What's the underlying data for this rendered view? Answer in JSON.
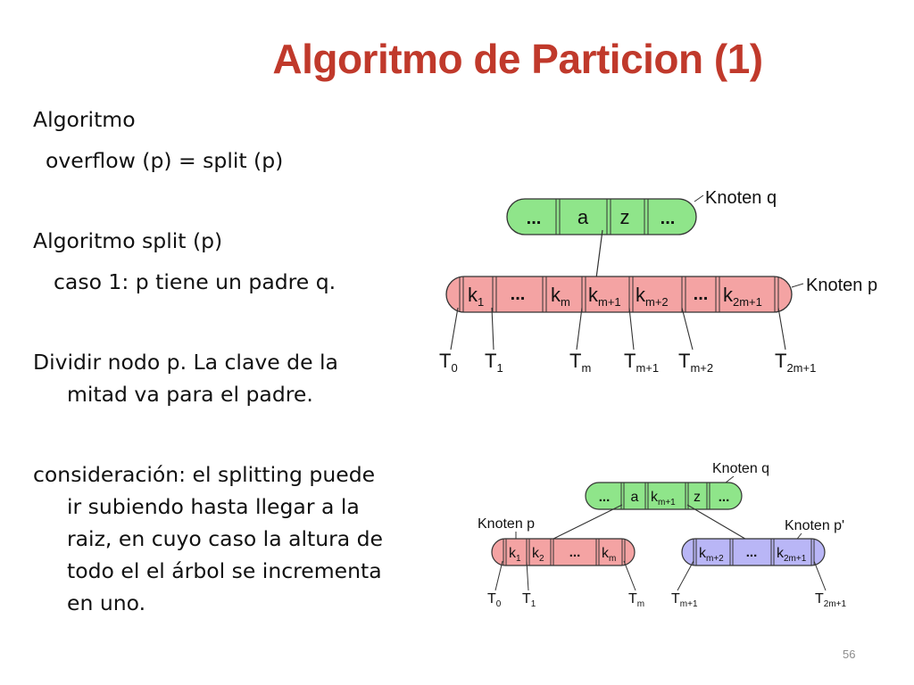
{
  "title": "Algoritmo de Particion (1)",
  "body": {
    "line1": "Algoritmo",
    "line2": "overflow (p) = split (p)",
    "line3": "Algoritmo split (p)",
    "line4": "caso 1: p tiene un padre q.",
    "para1_line1": "Dividir nodo p. La clave de la",
    "para1_line2": "mitad va para el padre.",
    "para2_line1": "consideración: el splitting puede",
    "para2_line2": "ir subiendo hasta llegar a la",
    "para2_line3": "raiz, en cuyo caso la altura de",
    "para2_line4": "todo el el árbol se incrementa",
    "para2_line5": "en uno."
  },
  "diagram_top": {
    "node_q_label": "Knoten q",
    "node_p_label": "Knoten p",
    "q_cells": [
      "...",
      "a",
      "z",
      "..."
    ],
    "p_cells": [
      {
        "base": "k",
        "sub": "1"
      },
      {
        "base": "...",
        "sub": ""
      },
      {
        "base": "k",
        "sub": "m"
      },
      {
        "base": "k",
        "sub": "m+1"
      },
      {
        "base": "k",
        "sub": "m+2"
      },
      {
        "base": "...",
        "sub": ""
      },
      {
        "base": "k",
        "sub": "2m+1"
      }
    ],
    "pointers": [
      {
        "base": "T",
        "sub": "0"
      },
      {
        "base": "T",
        "sub": "1"
      },
      {
        "base": "T",
        "sub": "m"
      },
      {
        "base": "T",
        "sub": "m+1"
      },
      {
        "base": "T",
        "sub": "m+2"
      },
      {
        "base": "T",
        "sub": "2m+1"
      }
    ]
  },
  "diagram_bottom": {
    "node_q_label": "Knoten q",
    "node_p_label": "Knoten p",
    "node_p2_label": "Knoten p'",
    "q_cells": [
      {
        "base": "...",
        "sub": ""
      },
      {
        "base": "a",
        "sub": ""
      },
      {
        "base": "k",
        "sub": "m+1"
      },
      {
        "base": "z",
        "sub": ""
      },
      {
        "base": "...",
        "sub": ""
      }
    ],
    "p_cells": [
      {
        "base": "k",
        "sub": "1"
      },
      {
        "base": "k",
        "sub": "2"
      },
      {
        "base": "...",
        "sub": ""
      },
      {
        "base": "k",
        "sub": "m"
      }
    ],
    "p2_cells": [
      {
        "base": "k",
        "sub": "m+2"
      },
      {
        "base": "...",
        "sub": ""
      },
      {
        "base": "k",
        "sub": "2m+1"
      }
    ],
    "pointers": [
      {
        "base": "T",
        "sub": "0"
      },
      {
        "base": "T",
        "sub": "1"
      },
      {
        "base": "T",
        "sub": "m"
      },
      {
        "base": "T",
        "sub": "m+1"
      },
      {
        "base": "T",
        "sub": "2m+1"
      }
    ]
  },
  "slide_number": "56",
  "colors": {
    "title": "#c0392b",
    "green_node": "#8fe58a",
    "red_node": "#f4a3a3",
    "blue_node": "#b9b6f6"
  }
}
